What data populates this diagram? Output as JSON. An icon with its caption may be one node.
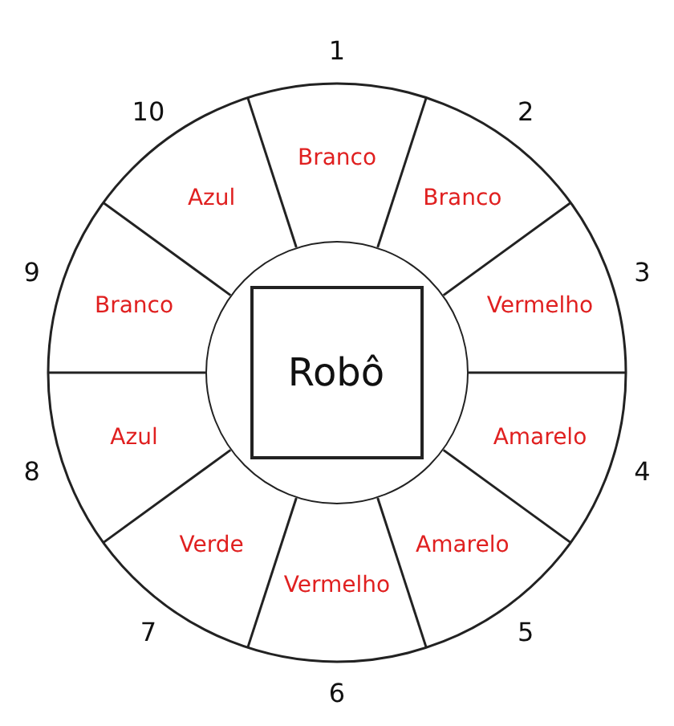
{
  "diagram": {
    "nodes": [
      {
        "text": [],
        "shape": "circle"
      },
      {
        "text": [
          "Robô"
        ],
        "in": 0
      },
      {
        "text": [
          "Branco"
        ],
        "beside": [
          "1"
        ]
      },
      {
        "text": [
          "Branco"
        ],
        "beside": [
          "2"
        ]
      },
      {
        "text": [
          "Vermelho"
        ],
        "beside": [
          "3"
        ]
      },
      {
        "text": [
          "Amarelo"
        ],
        "beside": [
          "4"
        ]
      },
      {
        "text": [
          "Amarelo"
        ],
        "beside": [
          "5"
        ]
      },
      {
        "text": [
          "Vermelho"
        ],
        "beside": [
          "6"
        ]
      },
      {
        "text": [
          "Verde"
        ],
        "beside": [
          "7"
        ]
      },
      {
        "text": [
          "Azul"
        ],
        "beside": [
          "8"
        ]
      },
      {
        "text": [
          "Branco"
        ],
        "beside": [
          "9"
        ]
      },
      {
        "text": [
          "Azul"
        ],
        "beside": [
          "10"
        ]
      }
    ]
  }
}
